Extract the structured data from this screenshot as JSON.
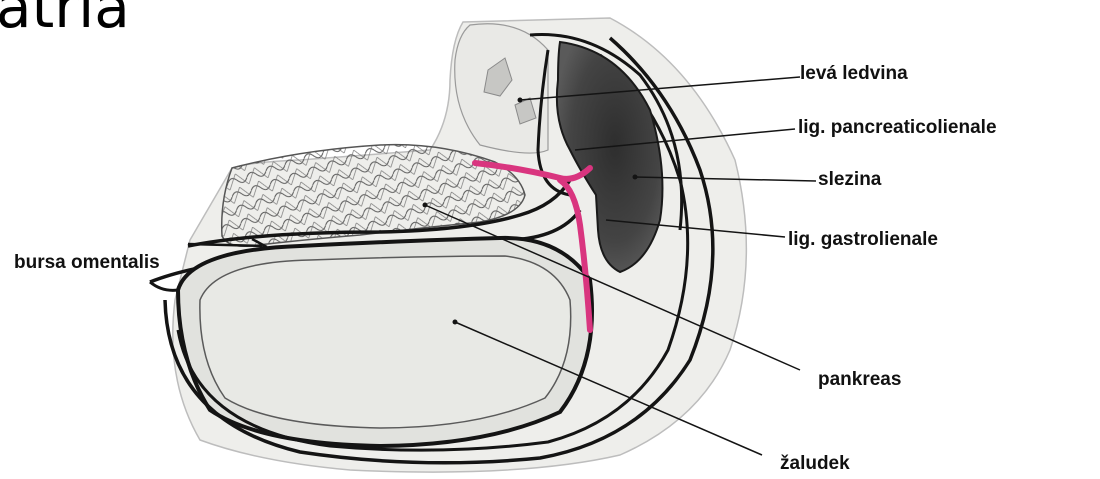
{
  "heading_fragment": "atria",
  "labels": {
    "kidney": "levá ledvina",
    "lig_pancreaticolienale": "lig. pancreaticolienale",
    "spleen": "slezina",
    "lig_gastrolienale": "lig. gastrolienale",
    "bursa": "bursa omentalis",
    "pancreas": "pankreas",
    "stomach": "žaludek"
  },
  "colors": {
    "ligament": "#d9357f",
    "spleen": "#3d3d3d",
    "outline": "#141414",
    "tissue": "#e4e5e1"
  }
}
